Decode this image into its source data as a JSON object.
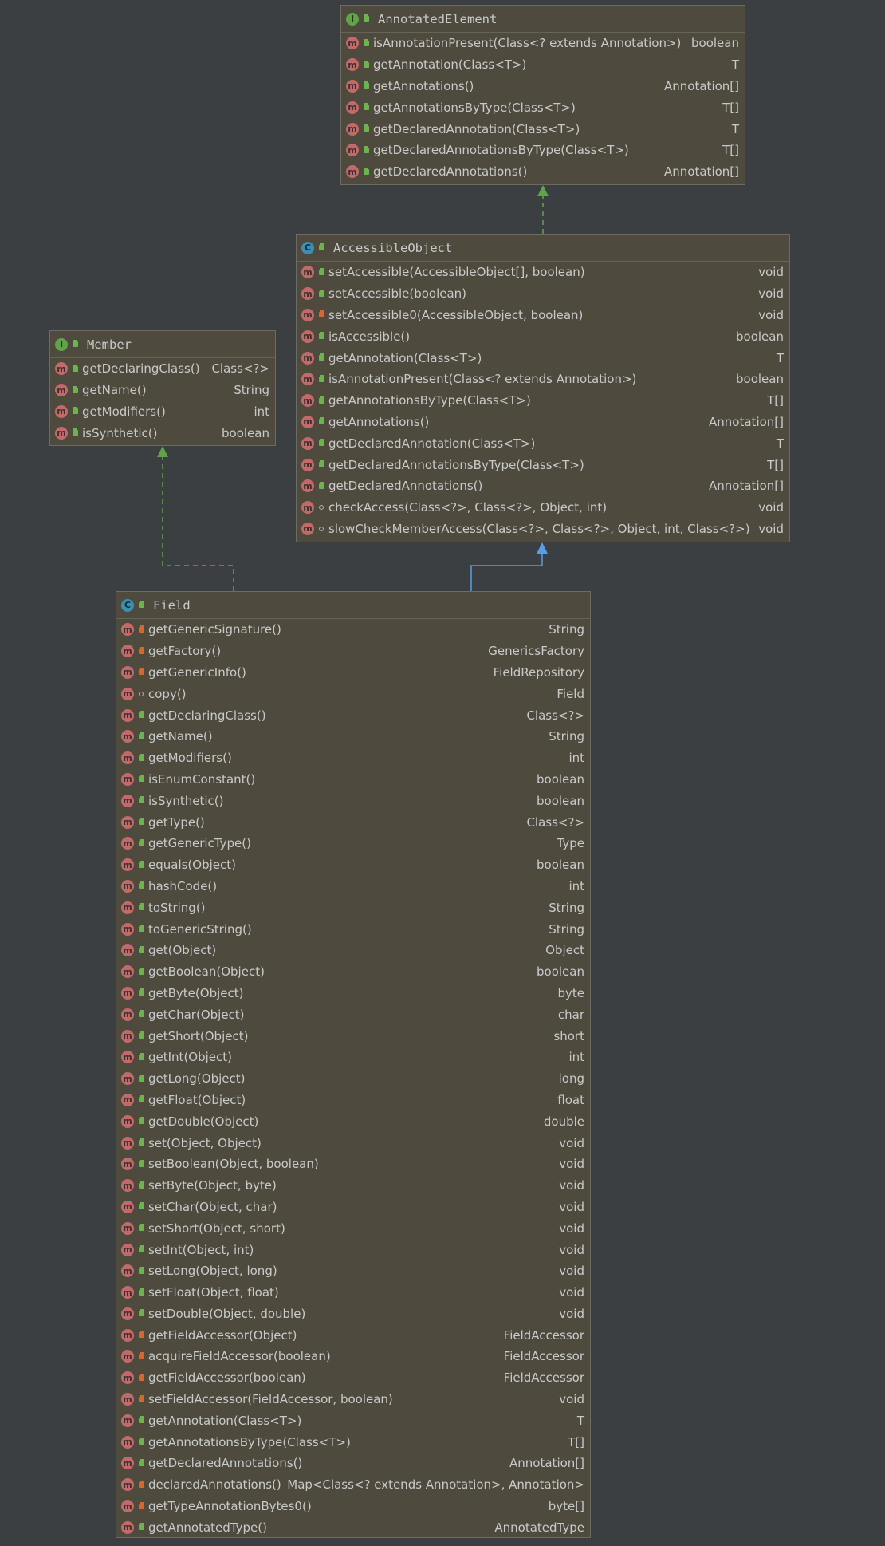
{
  "classes": {
    "annotated_element": {
      "kind": "I",
      "name": "AnnotatedElement",
      "methods": [
        {
          "n": "isAnnotationPresent(Class<? extends Annotation>)",
          "t": "boolean",
          "v": "public"
        },
        {
          "n": "getAnnotation(Class<T>)",
          "t": "T",
          "v": "public"
        },
        {
          "n": "getAnnotations()",
          "t": "Annotation[]",
          "v": "public"
        },
        {
          "n": "getAnnotationsByType(Class<T>)",
          "t": "T[]",
          "v": "public"
        },
        {
          "n": "getDeclaredAnnotation(Class<T>)",
          "t": "T",
          "v": "public"
        },
        {
          "n": "getDeclaredAnnotationsByType(Class<T>)",
          "t": "T[]",
          "v": "public"
        },
        {
          "n": "getDeclaredAnnotations()",
          "t": "Annotation[]",
          "v": "public"
        }
      ]
    },
    "accessible_object": {
      "kind": "C",
      "name": "AccessibleObject",
      "methods": [
        {
          "n": "setAccessible(AccessibleObject[], boolean)",
          "t": "void",
          "v": "public"
        },
        {
          "n": "setAccessible(boolean)",
          "t": "void",
          "v": "public"
        },
        {
          "n": "setAccessible0(AccessibleObject, boolean)",
          "t": "void",
          "v": "private"
        },
        {
          "n": "isAccessible()",
          "t": "boolean",
          "v": "public"
        },
        {
          "n": "getAnnotation(Class<T>)",
          "t": "T",
          "v": "public"
        },
        {
          "n": "isAnnotationPresent(Class<? extends Annotation>)",
          "t": "boolean",
          "v": "public"
        },
        {
          "n": "getAnnotationsByType(Class<T>)",
          "t": "T[]",
          "v": "public"
        },
        {
          "n": "getAnnotations()",
          "t": "Annotation[]",
          "v": "public"
        },
        {
          "n": "getDeclaredAnnotation(Class<T>)",
          "t": "T",
          "v": "public"
        },
        {
          "n": "getDeclaredAnnotationsByType(Class<T>)",
          "t": "T[]",
          "v": "public"
        },
        {
          "n": "getDeclaredAnnotations()",
          "t": "Annotation[]",
          "v": "public"
        },
        {
          "n": "checkAccess(Class<?>, Class<?>, Object, int)",
          "t": "void",
          "v": "package"
        },
        {
          "n": "slowCheckMemberAccess(Class<?>, Class<?>, Object, int, Class<?>)",
          "t": "void",
          "v": "package"
        }
      ]
    },
    "member": {
      "kind": "I",
      "name": "Member",
      "methods": [
        {
          "n": "getDeclaringClass()",
          "t": "Class<?>",
          "v": "public"
        },
        {
          "n": "getName()",
          "t": "String",
          "v": "public"
        },
        {
          "n": "getModifiers()",
          "t": "int",
          "v": "public"
        },
        {
          "n": "isSynthetic()",
          "t": "boolean",
          "v": "public"
        }
      ]
    },
    "field": {
      "kind": "C",
      "name": "Field",
      "methods": [
        {
          "n": "getGenericSignature()",
          "t": "String",
          "v": "private"
        },
        {
          "n": "getFactory()",
          "t": "GenericsFactory",
          "v": "private"
        },
        {
          "n": "getGenericInfo()",
          "t": "FieldRepository",
          "v": "private"
        },
        {
          "n": "copy()",
          "t": "Field",
          "v": "package"
        },
        {
          "n": "getDeclaringClass()",
          "t": "Class<?>",
          "v": "public"
        },
        {
          "n": "getName()",
          "t": "String",
          "v": "public"
        },
        {
          "n": "getModifiers()",
          "t": "int",
          "v": "public"
        },
        {
          "n": "isEnumConstant()",
          "t": "boolean",
          "v": "public"
        },
        {
          "n": "isSynthetic()",
          "t": "boolean",
          "v": "public"
        },
        {
          "n": "getType()",
          "t": "Class<?>",
          "v": "public"
        },
        {
          "n": "getGenericType()",
          "t": "Type",
          "v": "public"
        },
        {
          "n": "equals(Object)",
          "t": "boolean",
          "v": "public"
        },
        {
          "n": "hashCode()",
          "t": "int",
          "v": "public"
        },
        {
          "n": "toString()",
          "t": "String",
          "v": "public"
        },
        {
          "n": "toGenericString()",
          "t": "String",
          "v": "public"
        },
        {
          "n": "get(Object)",
          "t": "Object",
          "v": "public"
        },
        {
          "n": "getBoolean(Object)",
          "t": "boolean",
          "v": "public"
        },
        {
          "n": "getByte(Object)",
          "t": "byte",
          "v": "public"
        },
        {
          "n": "getChar(Object)",
          "t": "char",
          "v": "public"
        },
        {
          "n": "getShort(Object)",
          "t": "short",
          "v": "public"
        },
        {
          "n": "getInt(Object)",
          "t": "int",
          "v": "public"
        },
        {
          "n": "getLong(Object)",
          "t": "long",
          "v": "public"
        },
        {
          "n": "getFloat(Object)",
          "t": "float",
          "v": "public"
        },
        {
          "n": "getDouble(Object)",
          "t": "double",
          "v": "public"
        },
        {
          "n": "set(Object, Object)",
          "t": "void",
          "v": "public"
        },
        {
          "n": "setBoolean(Object, boolean)",
          "t": "void",
          "v": "public"
        },
        {
          "n": "setByte(Object, byte)",
          "t": "void",
          "v": "public"
        },
        {
          "n": "setChar(Object, char)",
          "t": "void",
          "v": "public"
        },
        {
          "n": "setShort(Object, short)",
          "t": "void",
          "v": "public"
        },
        {
          "n": "setInt(Object, int)",
          "t": "void",
          "v": "public"
        },
        {
          "n": "setLong(Object, long)",
          "t": "void",
          "v": "public"
        },
        {
          "n": "setFloat(Object, float)",
          "t": "void",
          "v": "public"
        },
        {
          "n": "setDouble(Object, double)",
          "t": "void",
          "v": "public"
        },
        {
          "n": "getFieldAccessor(Object)",
          "t": "FieldAccessor",
          "v": "private"
        },
        {
          "n": "acquireFieldAccessor(boolean)",
          "t": "FieldAccessor",
          "v": "private"
        },
        {
          "n": "getFieldAccessor(boolean)",
          "t": "FieldAccessor",
          "v": "private"
        },
        {
          "n": "setFieldAccessor(FieldAccessor, boolean)",
          "t": "void",
          "v": "private"
        },
        {
          "n": "getAnnotation(Class<T>)",
          "t": "T",
          "v": "public"
        },
        {
          "n": "getAnnotationsByType(Class<T>)",
          "t": "T[]",
          "v": "public"
        },
        {
          "n": "getDeclaredAnnotations()",
          "t": "Annotation[]",
          "v": "public"
        },
        {
          "n": "declaredAnnotations()",
          "t": "Map<Class<? extends Annotation>, Annotation>",
          "v": "private"
        },
        {
          "n": "getTypeAnnotationBytes0()",
          "t": "byte[]",
          "v": "private"
        },
        {
          "n": "getAnnotatedType()",
          "t": "AnnotatedType",
          "v": "public"
        }
      ]
    }
  },
  "method_badge": "m",
  "colors": {
    "implements_edge": "#62a34a",
    "extends_edge": "#5a9bea"
  }
}
